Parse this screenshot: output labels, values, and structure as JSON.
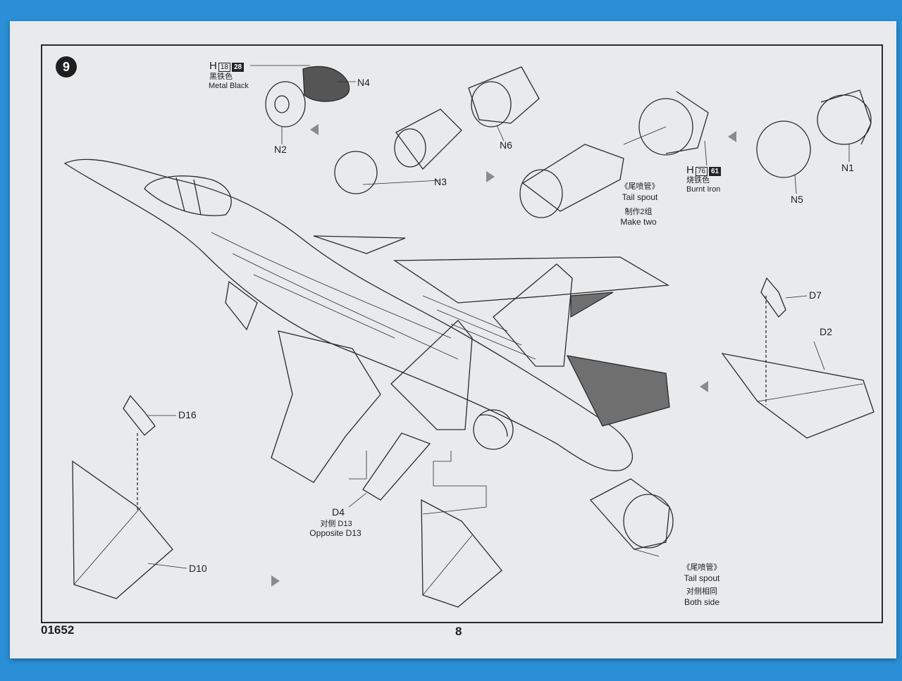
{
  "page": {
    "kit_number": "01652",
    "page_number": "8",
    "step_number": "9"
  },
  "color_callouts": {
    "metal_black": {
      "letter": "H",
      "code1": "18",
      "code2": "28",
      "label_cn": "黑铁色",
      "label_en": "Metal  Black"
    },
    "burnt_iron": {
      "letter": "H",
      "code1": "76",
      "code2": "61",
      "label_cn": "烧铁色",
      "label_en": "Burnt Iron"
    }
  },
  "parts": {
    "n1": "N1",
    "n2": "N2",
    "n3": "N3",
    "n4": "N4",
    "n5": "N5",
    "n6": "N6",
    "d2": "D2",
    "d4": "D4",
    "d7": "D7",
    "d10": "D10",
    "d16": "D16"
  },
  "notes": {
    "tail_spout_cn": "《尾喷管》",
    "tail_spout_en": "Tail spout",
    "make_two_cn": "制作2组",
    "make_two_en": "Make two",
    "opposite_cn": "对侧 D13",
    "opposite_en": "Opposite D13",
    "tail_spout2_cn": "《尾喷管》",
    "tail_spout2_en": "Tail spout",
    "both_side_cn": "对侧相同",
    "both_side_en": "Both side"
  },
  "colors": {
    "background": "#2a8fd6",
    "paper": "#e9eaec",
    "ink": "#1e1e1e",
    "shade": "#6f6f6f"
  }
}
